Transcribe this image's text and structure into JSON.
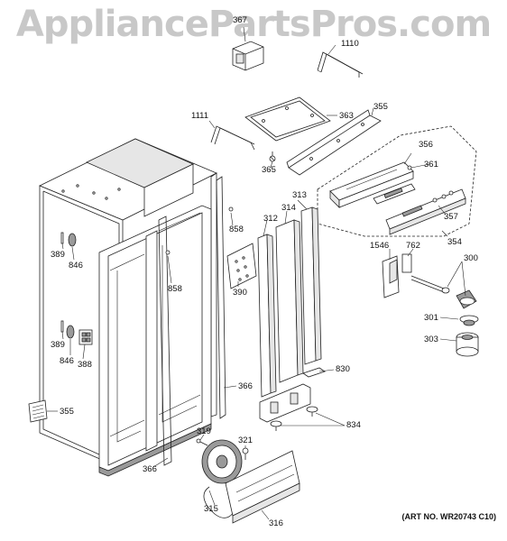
{
  "watermark": "AppliancePartsPros.com",
  "art_number": "(ART NO. WR20743 C10)",
  "callouts": {
    "p367": "367",
    "p1110": "1110",
    "p1111": "1111",
    "p363": "363",
    "p355_top": "355",
    "p365": "365",
    "p356": "356",
    "p361": "361",
    "p313": "313",
    "p314": "314",
    "p312": "312",
    "p357": "357",
    "p354": "354",
    "p858_a": "858",
    "p858_b": "858",
    "p389_a": "389",
    "p846_a": "846",
    "p390": "390",
    "p1546": "1546",
    "p762": "762",
    "p300": "300",
    "p301": "301",
    "p303": "303",
    "p389_b": "389",
    "p846_b": "846",
    "p388": "388",
    "p830": "830",
    "p366_a": "366",
    "p366_b": "366",
    "p355_side": "355",
    "p834": "834",
    "p319": "319",
    "p321": "321",
    "p315": "315",
    "p316": "316"
  }
}
